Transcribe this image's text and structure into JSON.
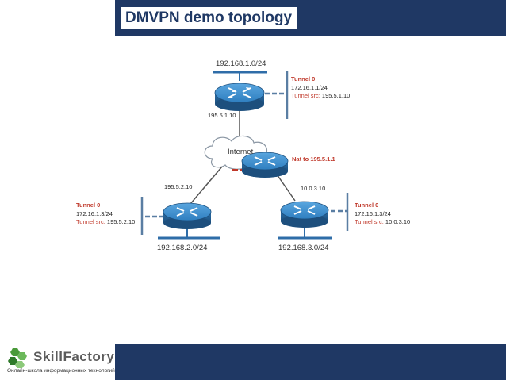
{
  "slide": {
    "title": "DMVPN demo topology",
    "colors": {
      "brand": "#1f3864",
      "tunnel_accent": "#c0392b",
      "router": "#2a7fc1",
      "segment": "#2f6da8"
    }
  },
  "network": {
    "top_lan": "192.168.1.0/24",
    "left_lan": "192.168.2.0/24",
    "right_lan": "192.168.3.0/24",
    "internet": "Internet",
    "hub_wan_ip": "195.5.1.10",
    "left_wan_ip": "195.5.2.10",
    "right_wan_ip": "10.0.3.10",
    "nat_label": "Nat to 195.5.1.1"
  },
  "tunnels": {
    "hub": {
      "name": "Tunnel 0",
      "address": "172.16.1.1/24",
      "src_label": "Tunnel src: ",
      "src_ip": "195.5.1.10"
    },
    "left": {
      "name": "Tunnel 0",
      "address": "172.16.1.3/24",
      "src_label": "Tunnel src: ",
      "src_ip": "195.5.2.10"
    },
    "right": {
      "name": "Tunnel 0",
      "address": "172.16.1.3/24",
      "src_label": "Tunnel src: ",
      "src_ip": "10.0.3.10"
    }
  },
  "logo": {
    "name": "SkillFactory",
    "tagline": "Онлайн-школа информационных технологий",
    "icon": "hexagon-cluster-logo-icon"
  },
  "icons": {
    "router": "router-icon",
    "cloud": "internet-cloud-icon"
  }
}
